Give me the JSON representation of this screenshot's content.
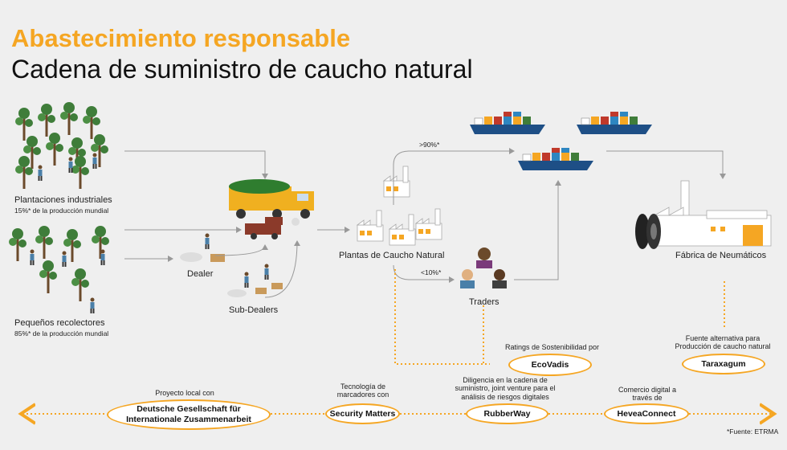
{
  "title": "Abastecimiento responsable",
  "subtitle": "Cadena de suministro de caucho natural",
  "sources": {
    "industrial": {
      "label": "Plantaciones industriales",
      "share": "15%* de la producción mundial"
    },
    "smallholders": {
      "label": "Pequeños recolectores",
      "share": "85%* de la producción mundial"
    }
  },
  "intermediaries": {
    "dealer": "Dealer",
    "subdealers": "Sub-Dealers"
  },
  "processing": {
    "plants": "Plantas de Caucho Natural",
    "direct_share": ">90%*",
    "trader_share": "<10%*",
    "traders": "Traders"
  },
  "factory": {
    "label": "Fábrica de Neumáticos"
  },
  "initiatives": {
    "ecovadis": {
      "caption": "Ratings de Sostenibilidad por",
      "name": "EcoVadis"
    },
    "taraxagum": {
      "caption": "Fuente alternativa para Producción de caucho natural",
      "name": "Taraxagum"
    },
    "giz": {
      "caption": "Proyecto local con",
      "name": "Deutsche Gesellschaft für Internationale Zusammenarbeit"
    },
    "security_matters": {
      "caption": "Tecnología de marcadores con",
      "name": "Security Matters"
    },
    "rubberway": {
      "caption": "Diligencia en la cadena de suministro, joint venture para el análisis de riesgos digitales",
      "name": "RubberWay"
    },
    "heveaconnect": {
      "caption": "Comercio digital a través de",
      "name": "HeveaConnect"
    }
  },
  "footnote": "*Fuente: ETRMA",
  "colors": {
    "accent": "#f5a623",
    "tree_green": "#3f7d3a",
    "truck_yellow": "#f0b020",
    "ship_blue": "#1e4f86",
    "arrow_gray": "#999999"
  }
}
